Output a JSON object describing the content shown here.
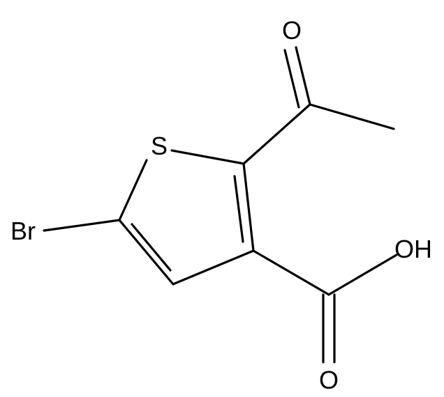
{
  "atoms": {
    "sulfur": "S",
    "bromine": "Br",
    "ketone_oxygen": "O",
    "hydroxyl": "OH",
    "carbonyl_oxygen": "O"
  }
}
